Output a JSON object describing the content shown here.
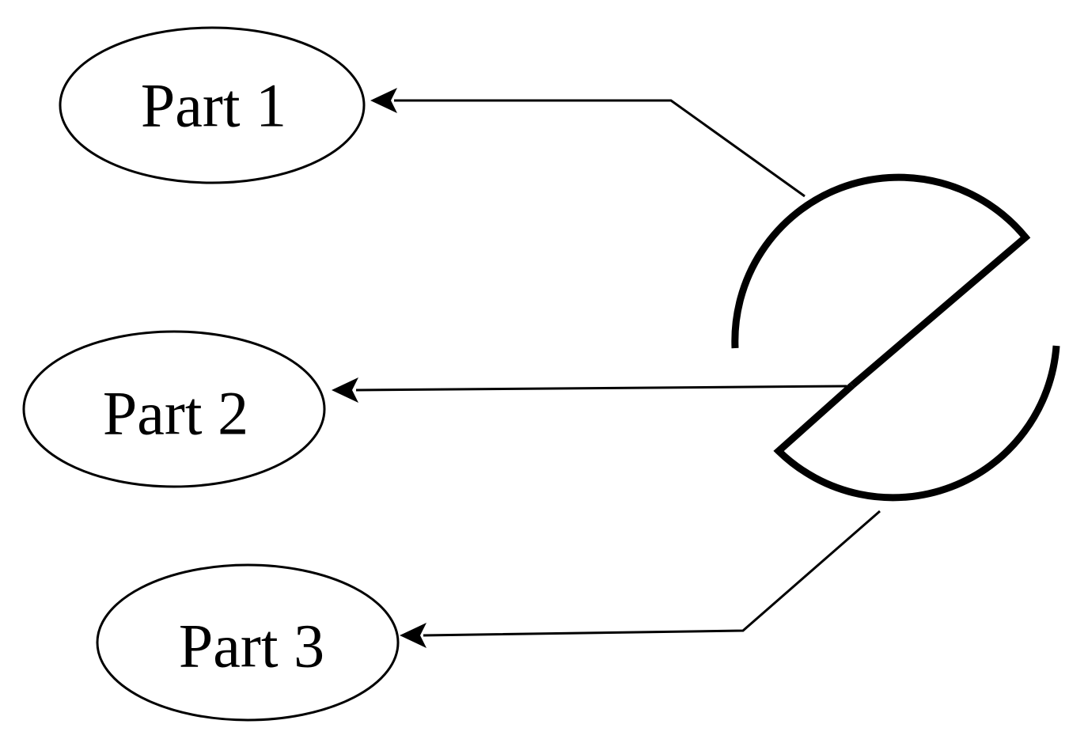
{
  "nodes": [
    {
      "id": "part-1",
      "label": "Part 1"
    },
    {
      "id": "part-2",
      "label": "Part 2"
    },
    {
      "id": "part-3",
      "label": "Part 3"
    }
  ],
  "edges": [
    {
      "from": "split-circle-shape",
      "to": "part-1"
    },
    {
      "from": "split-circle-shape",
      "to": "part-2"
    },
    {
      "from": "split-circle-shape",
      "to": "part-3"
    }
  ]
}
